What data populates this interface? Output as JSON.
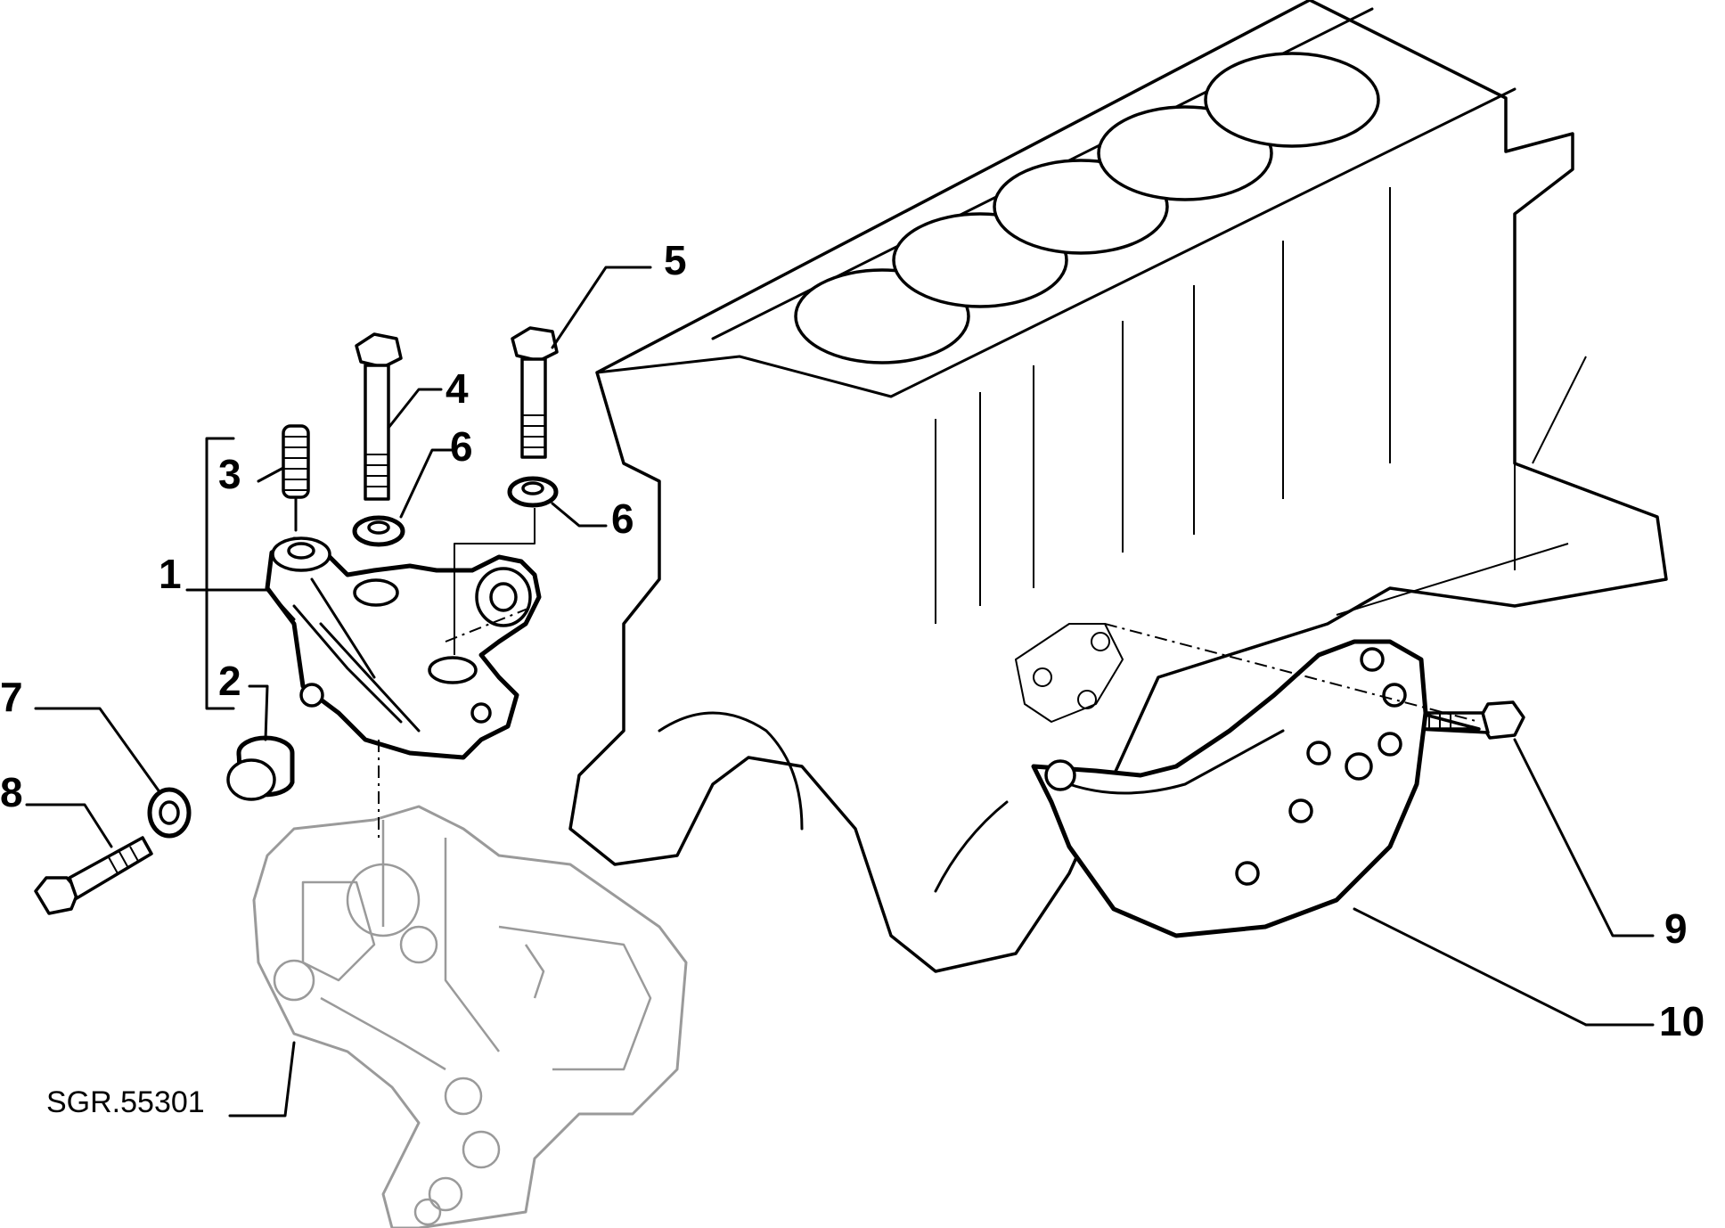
{
  "diagram": {
    "reference_code": "SGR.55301",
    "callouts": [
      {
        "id": "c1",
        "label": "1"
      },
      {
        "id": "c2",
        "label": "2"
      },
      {
        "id": "c3",
        "label": "3"
      },
      {
        "id": "c4",
        "label": "4"
      },
      {
        "id": "c5",
        "label": "5"
      },
      {
        "id": "c6a",
        "label": "6"
      },
      {
        "id": "c6b",
        "label": "6"
      },
      {
        "id": "c7",
        "label": "7"
      },
      {
        "id": "c8",
        "label": "8"
      },
      {
        "id": "c9",
        "label": "9"
      },
      {
        "id": "c10",
        "label": "10"
      }
    ]
  }
}
